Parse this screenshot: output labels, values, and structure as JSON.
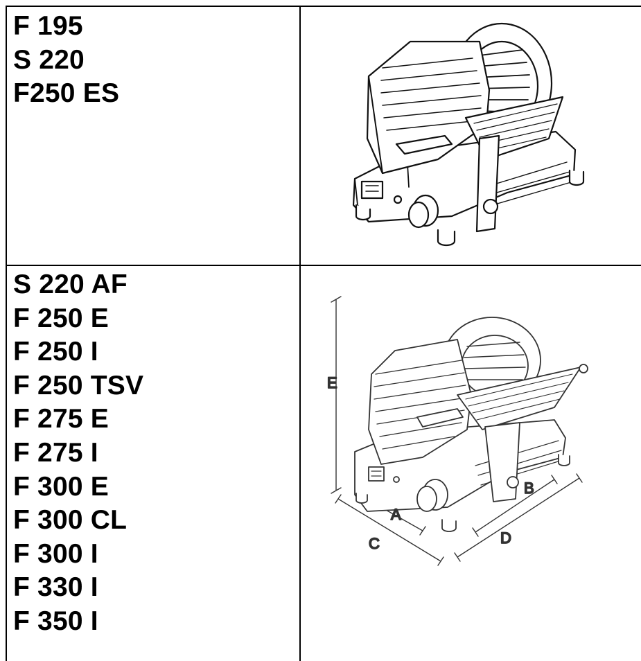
{
  "table": {
    "rows": [
      {
        "models": [
          "F 195",
          "S 220",
          "F250 ES"
        ],
        "illustration": "meat-slicer-drawing"
      },
      {
        "models": [
          "S 220 AF",
          "F 250 E",
          "F 250 I",
          "F 250 TSV",
          "F 275 E",
          "F 275 I",
          "F 300 E",
          "F 300 CL",
          "F 300 I",
          "F 330 I",
          "F 350 I"
        ],
        "illustration": "meat-slicer-dimension-drawing",
        "dimension_labels": [
          "A",
          "B",
          "C",
          "D",
          "E"
        ]
      }
    ]
  }
}
